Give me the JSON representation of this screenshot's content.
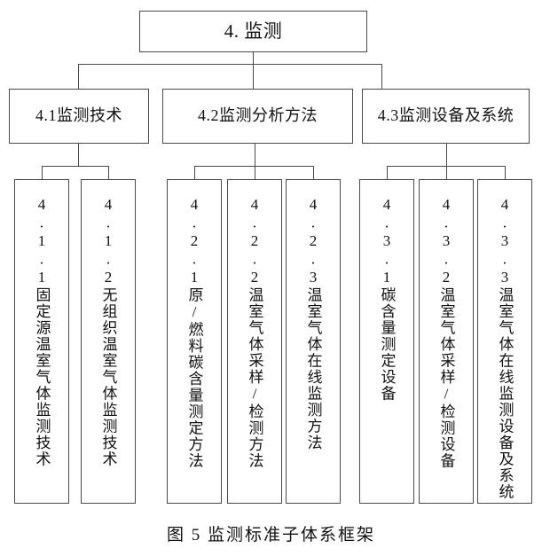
{
  "figure": {
    "caption": "图 5 监测标准子体系框架",
    "root": {
      "label": "4. 监测"
    },
    "level2": [
      {
        "id": "4.1",
        "label": "4.1监测技术"
      },
      {
        "id": "4.2",
        "label": "4.2监测分析方法"
      },
      {
        "id": "4.3",
        "label": "4.3监测设备及系统"
      }
    ],
    "level3": [
      {
        "id": "4.1.1",
        "parent": "4.1",
        "label": "4.1.1固定源温室气体监测技术"
      },
      {
        "id": "4.1.2",
        "parent": "4.1",
        "label": "4.1.2无组织温室气体监测技术"
      },
      {
        "id": "4.2.1",
        "parent": "4.2",
        "label": "4.2.1原/燃料碳含量测定方法"
      },
      {
        "id": "4.2.2",
        "parent": "4.2",
        "label": "4.2.2温室气体采样/检测方法"
      },
      {
        "id": "4.2.3",
        "parent": "4.2",
        "label": "4.2.3温室气体在线监测方法"
      },
      {
        "id": "4.3.1",
        "parent": "4.3",
        "label": "4.3.1碳含量测定设备"
      },
      {
        "id": "4.3.2",
        "parent": "4.3",
        "label": "4.3.2温室气体采样/检测设备"
      },
      {
        "id": "4.3.3",
        "parent": "4.3",
        "label": "4.3.3温室气体在线监测设备及系统"
      }
    ],
    "colors": {
      "line": "#4a4a4a",
      "box_fill": "#ffffff",
      "text": "#111111"
    }
  }
}
